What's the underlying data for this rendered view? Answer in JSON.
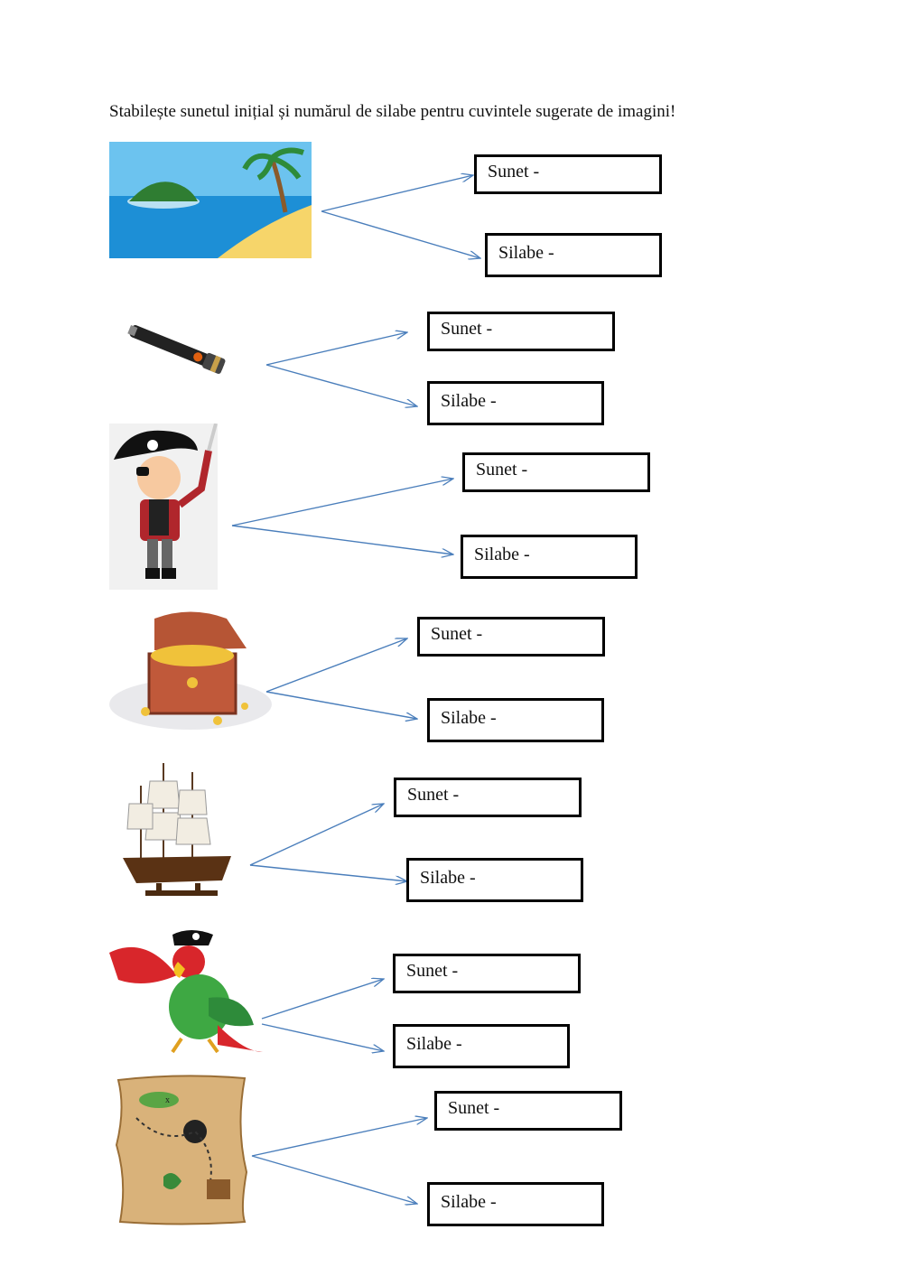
{
  "instruction": "Stabilește sunetul inițial și numărul de silabe pentru cuvintele sugerate de imagini!",
  "rows": [
    {
      "image": "island-picture",
      "sound_label": "Sunet -",
      "syllables_label": "Silabe -"
    },
    {
      "image": "spyglass-picture",
      "sound_label": "Sunet -",
      "syllables_label": "Silabe -"
    },
    {
      "image": "pirate-picture",
      "sound_label": "Sunet -",
      "syllables_label": "Silabe -"
    },
    {
      "image": "treasure-chest-picture",
      "sound_label": "Sunet -",
      "syllables_label": "Silabe -"
    },
    {
      "image": "ship-picture",
      "sound_label": "Sunet -",
      "syllables_label": "Silabe -"
    },
    {
      "image": "parrot-picture",
      "sound_label": "Sunet -",
      "syllables_label": "Silabe -"
    },
    {
      "image": "treasure-map-picture",
      "sound_label": "Sunet -",
      "syllables_label": "Silabe -"
    }
  ],
  "colors": {
    "arrow": "#4a7ebb",
    "box_border": "#000000"
  }
}
